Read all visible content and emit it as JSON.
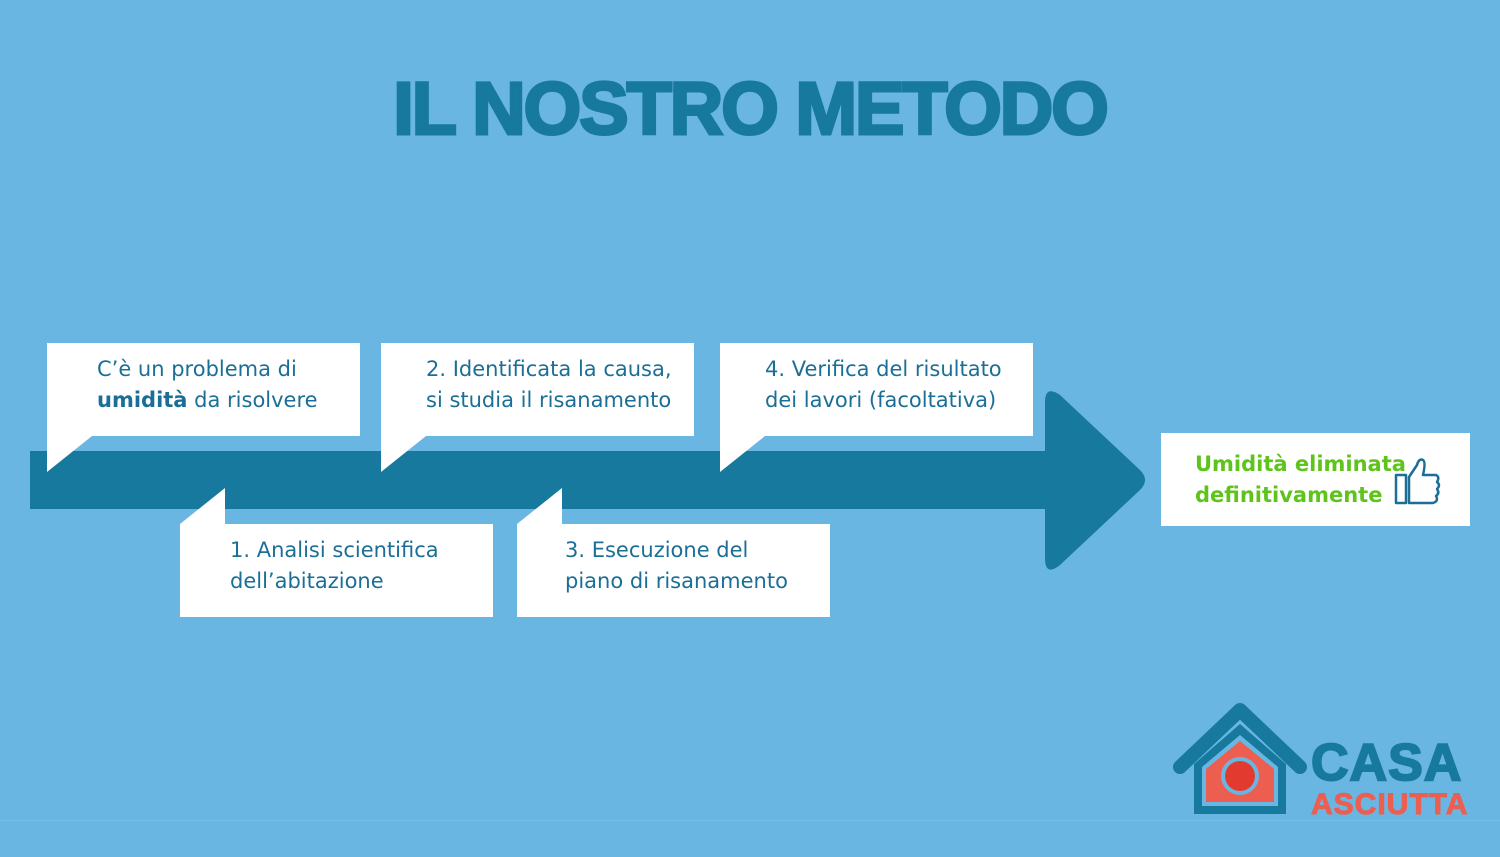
{
  "title": "IL NOSTRO METODO",
  "colors": {
    "background": "#6ab6e2",
    "arrow": "#17799e",
    "text": "#1b6f97",
    "success": "#5ec41c",
    "logo_accent": "#ec5f50"
  },
  "steps": {
    "start": {
      "line1": "C’è un problema di",
      "line2_bold": "umidità",
      "line2_rest": " da risolvere"
    },
    "step1": {
      "line1": "1. Analisi scientifica",
      "line2": "dell’abitazione"
    },
    "step2": {
      "line1": "2. Identificata la causa,",
      "line2": "si studia il risanamento"
    },
    "step3": {
      "line1": "3. Esecuzione del",
      "line2": "piano di risanamento"
    },
    "step4": {
      "line1": "4. Verifica del risultato",
      "line2": "dei lavori (facoltativa)"
    }
  },
  "result": {
    "line1": "Umidità eliminata",
    "line2": "definitivamente",
    "icon": "thumbs-up-icon"
  },
  "logo": {
    "line1": "CASA",
    "line2": "ASCIUTTA"
  }
}
